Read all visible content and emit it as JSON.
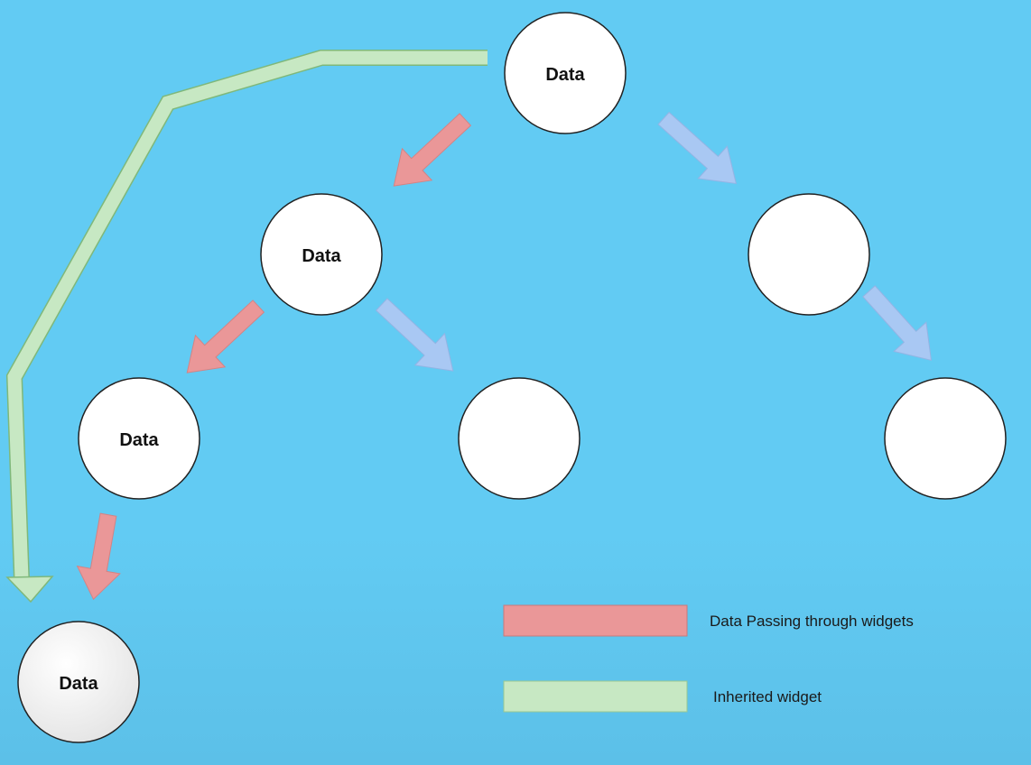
{
  "nodes": {
    "root": {
      "label": "Data"
    },
    "mid_left": {
      "label": "Data"
    },
    "mid_right": {
      "label": ""
    },
    "low_left": {
      "label": "Data"
    },
    "low_mid": {
      "label": ""
    },
    "low_right": {
      "label": ""
    },
    "bottom": {
      "label": "Data"
    }
  },
  "legend": {
    "red": "Data Passing through widgets",
    "green": "Inherited widget"
  },
  "colors": {
    "background": "#62cbf3",
    "red_arrow": "#ea9798",
    "blue_arrow": "#a9c8f3",
    "green_arrow": "#c7e8c3",
    "node_fill": "#ffffff",
    "node_stroke": "#222222"
  }
}
